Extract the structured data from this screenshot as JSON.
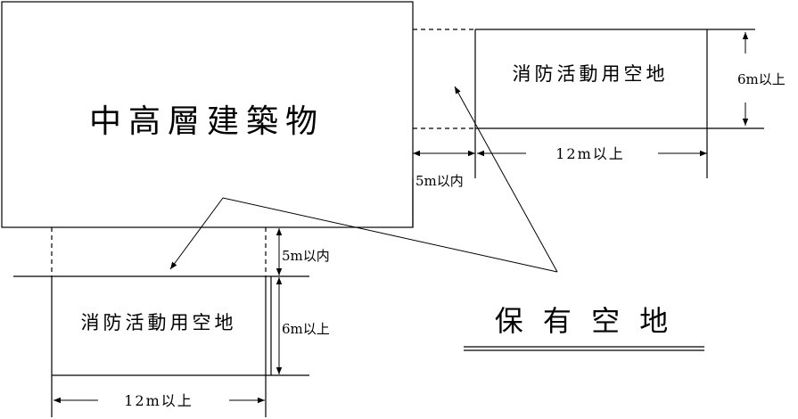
{
  "building": {
    "label": "中高層建築物"
  },
  "right_space": {
    "label": "消防活動用空地",
    "depth": "6m以上",
    "width": "12m以上",
    "offset": "5m以内"
  },
  "bottom_space": {
    "label": "消防活動用空地",
    "depth": "6m以上",
    "width": "12m以上",
    "offset": "5m以内"
  },
  "legend": {
    "label": "保 有 空 地"
  }
}
